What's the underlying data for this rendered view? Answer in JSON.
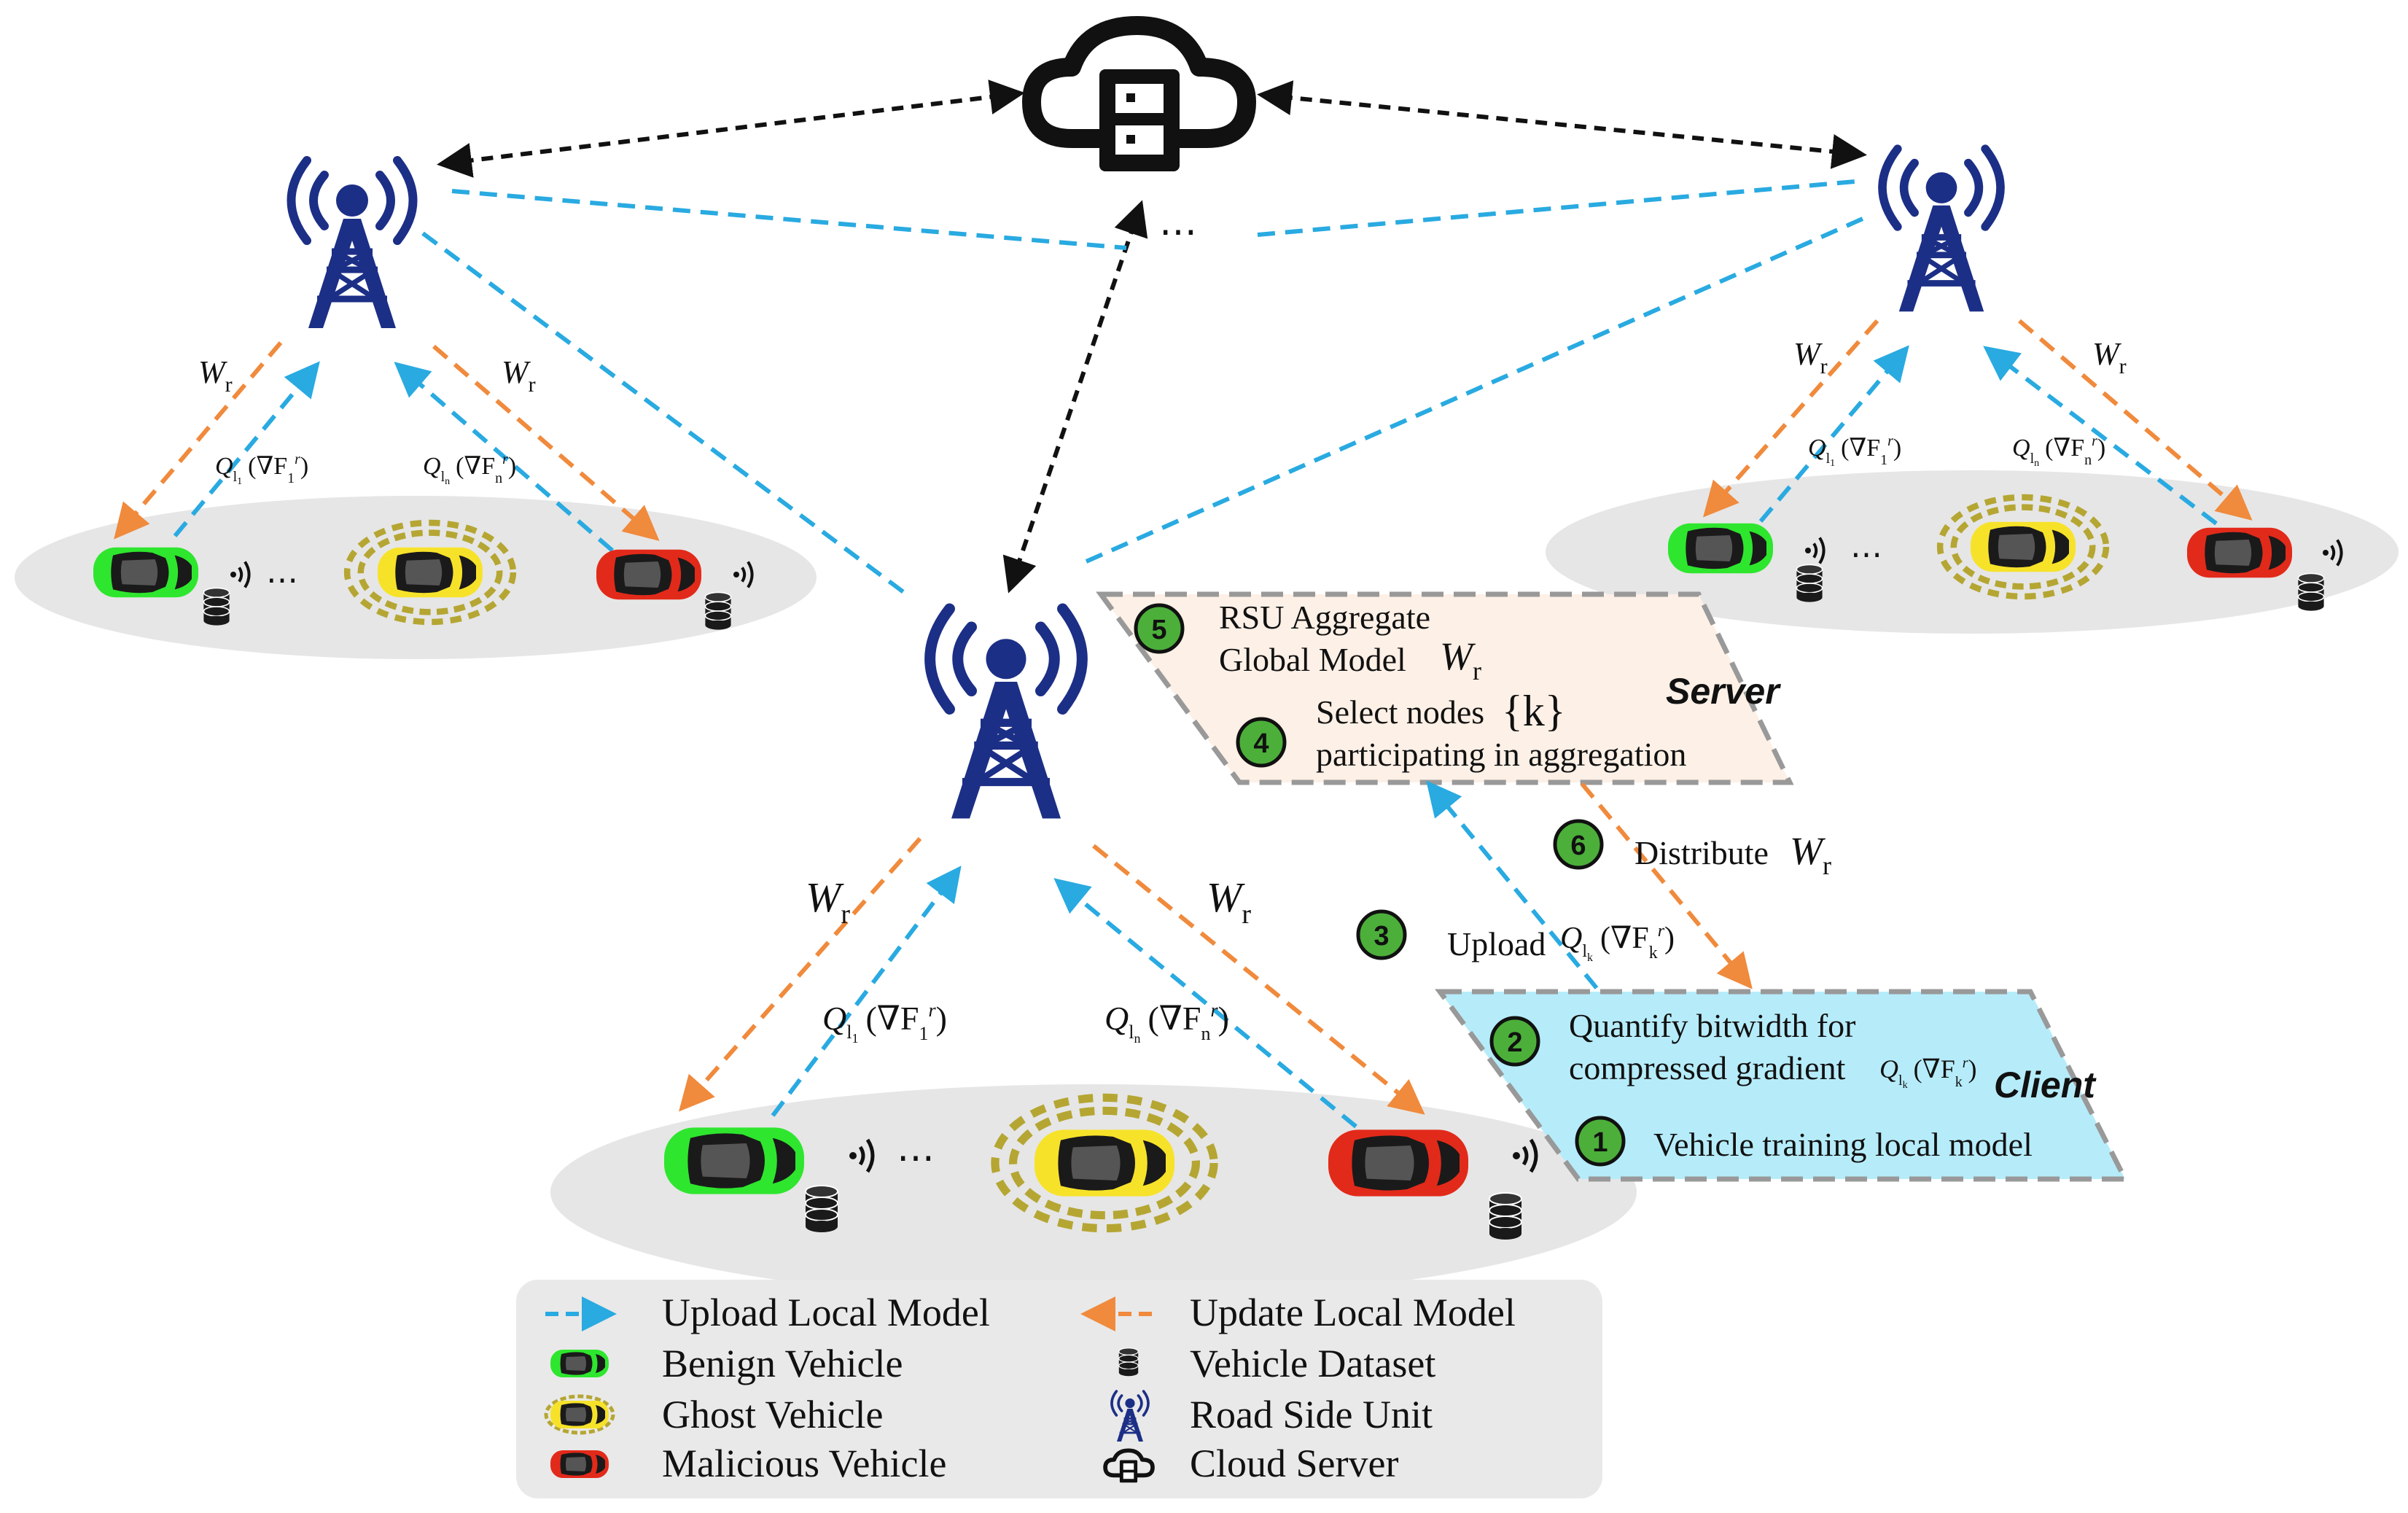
{
  "colors": {
    "upload_arrow": "#29aae1",
    "update_arrow": "#f08a3c",
    "cloud_arrow": "#111111",
    "rsu": "#1c2f86",
    "benign": "#2ee62e",
    "ghost": "#f7e22a",
    "malicious": "#e22a1a",
    "server_panel": "#fdf0e6",
    "client_panel": "#b6ecfa",
    "step_badge": "#4caf3a",
    "ground": "#e6e6e6"
  },
  "ellipsis": "⋯",
  "labels": {
    "w_main": "W",
    "w_sub": "r",
    "q_left": "Q",
    "grad_1": "(∇F",
    "grad_sup": "r",
    "grad_n_close": ")",
    "sub_l1": "l",
    "sub_1": "1",
    "sub_n": "n",
    "sub_k": "k",
    "sub_r": "r",
    "close_paren": ")",
    "tilde": "~"
  },
  "server_panel": {
    "title": "Server",
    "step5_num": "5",
    "step5_line1": "RSU Aggregate",
    "step5_line2": "Global Model",
    "step4_num": "4",
    "step4_line1": "Select nodes",
    "step4_set": "{k}",
    "step4_line2": "participating in aggregation"
  },
  "client_panel": {
    "title": "Client",
    "step2_num": "2",
    "step2_line1": "Quantify bitwidth for",
    "step2_line2": "compressed gradient",
    "step1_num": "1",
    "step1_text": "Vehicle training local model"
  },
  "steps": {
    "step3_num": "3",
    "step3_text": "Upload",
    "step6_num": "6",
    "step6_text": "Distribute"
  },
  "legend": {
    "upload": "Upload Local Model",
    "update": "Update Local Model",
    "benign": "Benign Vehicle",
    "dataset": "Vehicle Dataset",
    "ghost": "Ghost Vehicle",
    "rsu": "Road Side Unit",
    "malicious": "Malicious Vehicle",
    "cloud": "Cloud Server"
  }
}
